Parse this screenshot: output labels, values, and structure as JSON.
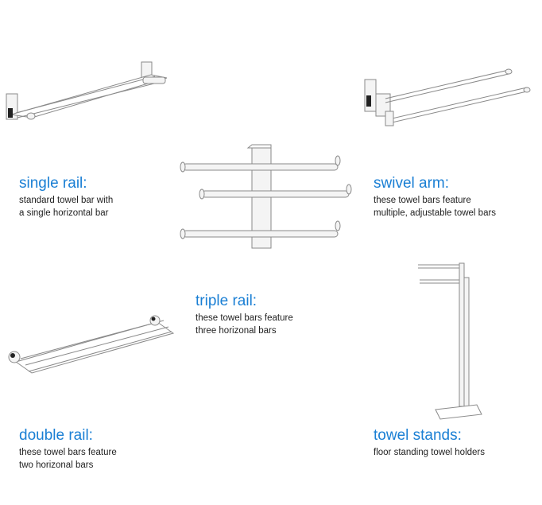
{
  "products": {
    "single_rail": {
      "title": "single rail:",
      "desc": "standard towel bar with\na single horizontal bar"
    },
    "swivel_arm": {
      "title": "swivel arm:",
      "desc": "these towel bars feature\nmultiple, adjustable towel bars"
    },
    "triple_rail": {
      "title": "triple rail:",
      "desc": "these towel bars feature\nthree horizonal bars"
    },
    "double_rail": {
      "title": "double rail:",
      "desc": "these towel bars feature\ntwo horizonal bars"
    },
    "towel_stands": {
      "title": "towel stands:",
      "desc": "floor standing towel holders"
    }
  },
  "colors": {
    "title": "#1a7fd4",
    "text": "#222222",
    "chrome": "#9a9a9a"
  }
}
